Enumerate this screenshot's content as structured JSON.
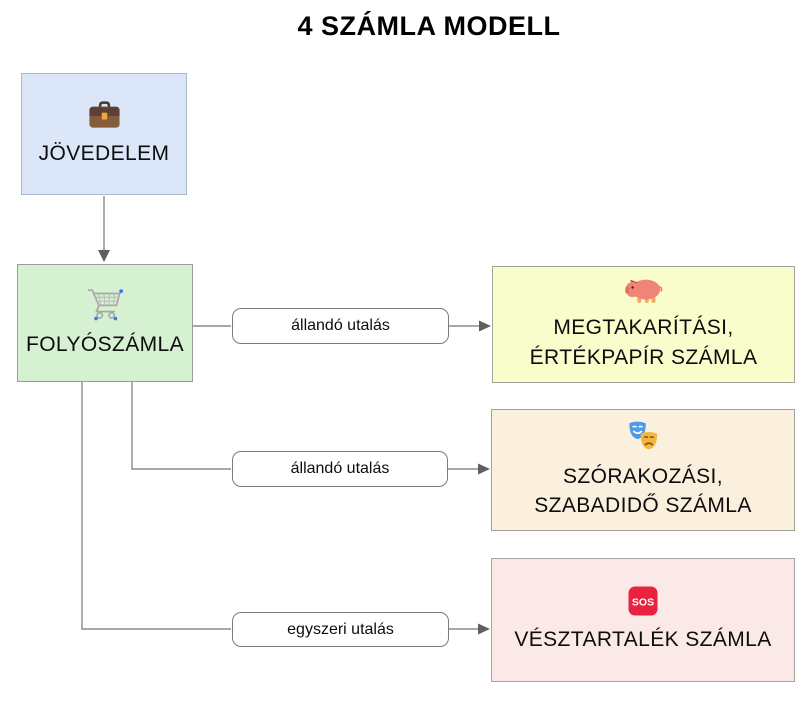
{
  "title": "4 SZÁMLA MODELL",
  "nodes": {
    "income": {
      "label": "JÖVEDELEM",
      "icon": "briefcase-icon",
      "fill": "#dbe7f8",
      "border": "#aab5c8"
    },
    "current_account": {
      "label": "FOLYÓSZÁMLA",
      "icon": "shopping-cart-icon",
      "fill": "#d6f1d1",
      "border": "#9c9c9c"
    },
    "savings_securities": {
      "label_line1": "MEGTAKARÍTÁSI,",
      "label_line2": "ÉRTÉKPAPÍR SZÁMLA",
      "icon": "pig-icon",
      "fill": "#f9fccb",
      "border": "#a2a29b"
    },
    "entertainment_leisure": {
      "label_line1": "SZÓRAKOZÁSI,",
      "label_line2": "SZABADIDŐ SZÁMLA",
      "icon": "theater-masks-icon",
      "fill": "#faf0dd",
      "border": "#a2a29b"
    },
    "emergency_reserve": {
      "label": "VÉSZTARTALÉK SZÁMLA",
      "icon": "sos-icon",
      "sos_text": "SOS",
      "fill": "#fbe9e7",
      "border": "#a8a2a0"
    }
  },
  "edges": {
    "current_to_savings": {
      "label": "állandó utalás"
    },
    "current_to_leisure": {
      "label": "állandó utalás"
    },
    "current_to_emergency": {
      "label": "egyszeri utalás"
    }
  },
  "colors": {
    "connector": "#8c8c8c",
    "arrowhead": "#5f5f5f",
    "sos_red": "#e8223f",
    "mask_blue": "#4c9bea",
    "mask_gold": "#f4b63f",
    "pig_pink": "#ee8577",
    "briefcase_brown": "#5d4037"
  }
}
